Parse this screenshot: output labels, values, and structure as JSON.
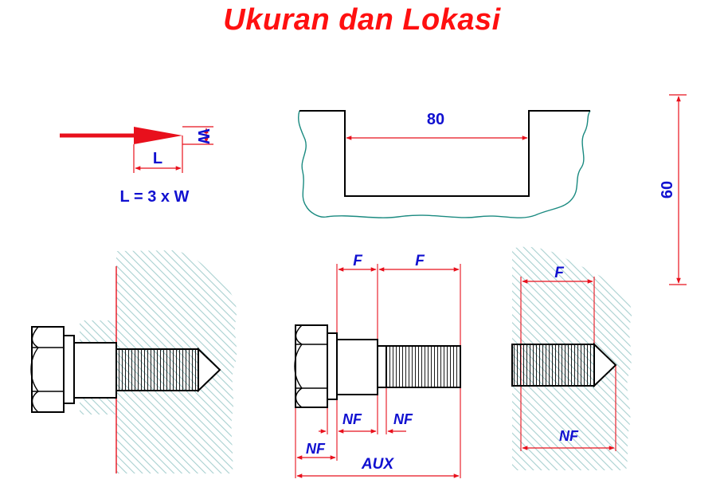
{
  "title": "Ukuran dan Lokasi",
  "colors": {
    "title": "#ff1010",
    "accent": "#e8101c",
    "label": "#1010d0",
    "outline": "#000000",
    "hatch": "#a8d0d0",
    "contour": "#1a8a80"
  },
  "arrow": {
    "length_label": "L",
    "width_label": "W",
    "formula": "L = 3 x W"
  },
  "channel": {
    "width_label": "80",
    "depth_label": "60"
  },
  "bolt_dims": {
    "f_left": "F",
    "f_right": "F",
    "nf_shank": "NF",
    "nf_thread": "NF",
    "nf_head": "NF",
    "aux": "AUX"
  },
  "hole_dims": {
    "f": "F",
    "nf": "NF"
  }
}
